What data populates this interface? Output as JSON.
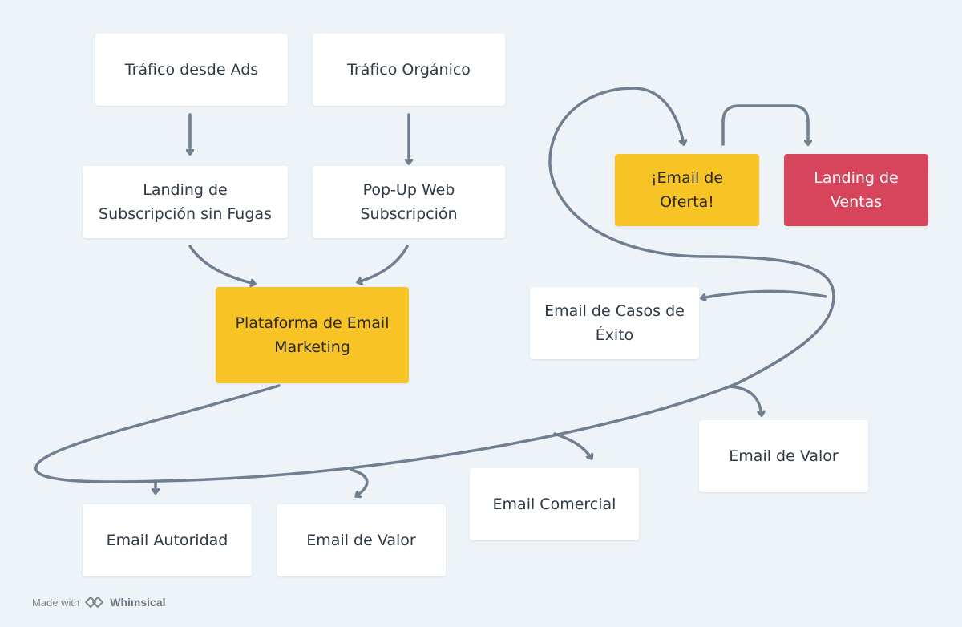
{
  "diagram": {
    "nodes": {
      "ads": "Tráfico desde Ads",
      "organico": "Tráfico Orgánico",
      "landing_sub": "Landing de\nSubscripción sin Fugas",
      "popup": "Pop-Up Web\nSubscripción",
      "plataforma": "Plataforma de Email\nMarketing",
      "autoridad": "Email Autoridad",
      "valor1": "Email de Valor",
      "comercial": "Email Comercial",
      "valor2": "Email de Valor",
      "casos": "Email de Casos de\nÉxito",
      "oferta": "¡Email de\nOferta!",
      "ventas": "Landing de\nVentas"
    },
    "colors": {
      "background": "#eef3f7",
      "box": "#ffffff",
      "highlight_yellow": "#f7c325",
      "highlight_red": "#d6455c",
      "edge": "#6f7f90"
    }
  },
  "footer": {
    "made_with": "Made with",
    "brand": "Whimsical",
    "logo_icon": "whimsical-logo-icon"
  }
}
